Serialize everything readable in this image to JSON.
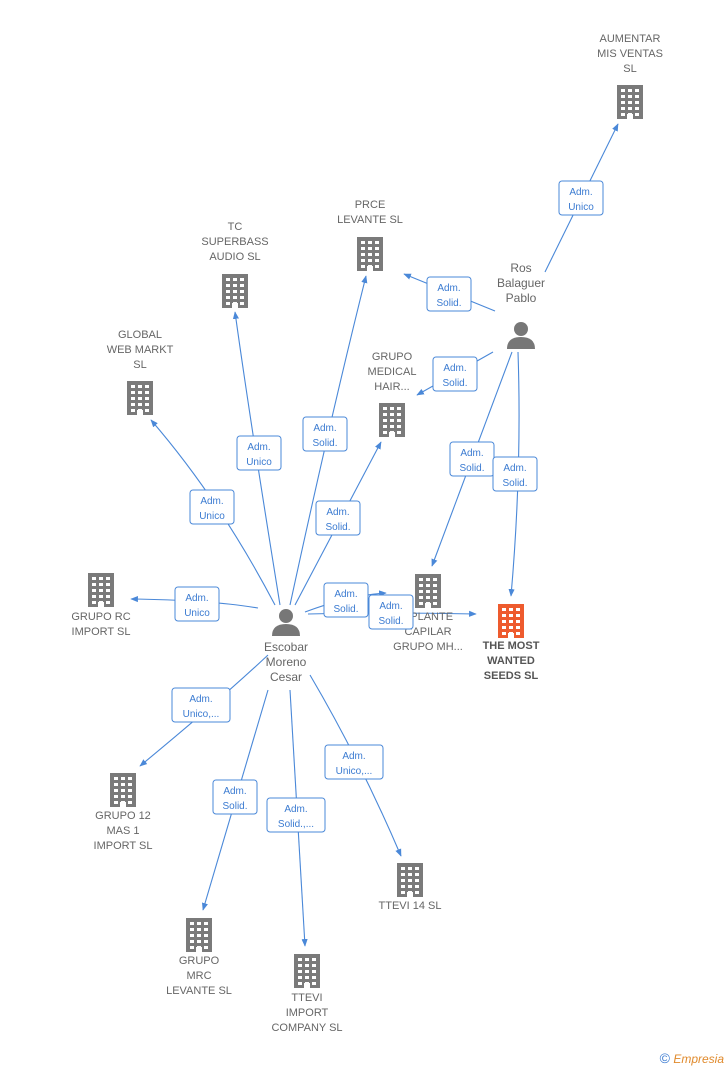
{
  "companies": [
    {
      "id": "aumentar",
      "lines": [
        "AUMENTAR",
        "MIS VENTAS",
        "SL"
      ],
      "highlight": false
    },
    {
      "id": "prce",
      "lines": [
        "PRCE",
        "LEVANTE  SL"
      ],
      "highlight": false
    },
    {
      "id": "tc",
      "lines": [
        "TC",
        "SUPERBASS",
        "AUDIO  SL"
      ],
      "highlight": false
    },
    {
      "id": "global",
      "lines": [
        "GLOBAL",
        "WEB MARKT",
        "SL"
      ],
      "highlight": false
    },
    {
      "id": "medical",
      "lines": [
        "GRUPO",
        "MEDICAL",
        "HAIR..."
      ],
      "highlight": false
    },
    {
      "id": "rc",
      "lines": [
        "GRUPO RC",
        "IMPORT  SL"
      ],
      "highlight": false
    },
    {
      "id": "splante",
      "lines": [
        "SPLANTE",
        "CAPILAR",
        "GRUPO MH..."
      ],
      "highlight": false
    },
    {
      "id": "seeds",
      "lines": [
        "THE MOST",
        "WANTED",
        "SEEDS  SL"
      ],
      "highlight": true
    },
    {
      "id": "g12",
      "lines": [
        "GRUPO 12",
        "MAS 1",
        "IMPORT  SL"
      ],
      "highlight": false
    },
    {
      "id": "ttevi14",
      "lines": [
        "TTEVI 14  SL"
      ],
      "highlight": false
    },
    {
      "id": "mrc",
      "lines": [
        "GRUPO",
        "MRC",
        "LEVANTE  SL"
      ],
      "highlight": false
    },
    {
      "id": "ttevi",
      "lines": [
        "TTEVI",
        "IMPORT",
        "COMPANY  SL"
      ],
      "highlight": false
    }
  ],
  "people": [
    {
      "id": "ros",
      "lines": [
        "Ros",
        "Balaguer",
        "Pablo"
      ]
    },
    {
      "id": "escobar",
      "lines": [
        "Escobar",
        "Moreno",
        "Cesar"
      ]
    }
  ],
  "edges": [
    {
      "label": [
        "Adm.",
        "Unico"
      ]
    },
    {
      "label": [
        "Adm.",
        "Solid."
      ]
    },
    {
      "label": [
        "Adm.",
        "Solid."
      ]
    },
    {
      "label": [
        "Adm.",
        "Solid."
      ]
    },
    {
      "label": [
        "Adm.",
        "Solid."
      ]
    },
    {
      "label": [
        "Adm.",
        "Unico"
      ]
    },
    {
      "label": [
        "Adm.",
        "Solid."
      ]
    },
    {
      "label": [
        "Adm.",
        "Unico"
      ]
    },
    {
      "label": [
        "Adm.",
        "Unico"
      ]
    },
    {
      "label": [
        "Adm.",
        "Solid."
      ]
    },
    {
      "label": [
        "Adm.",
        "Unico"
      ]
    },
    {
      "label": [
        "Adm.",
        "Solid."
      ]
    },
    {
      "label": [
        "Adm.",
        "Solid."
      ]
    },
    {
      "label": [
        "Adm.",
        "Unico,..."
      ]
    },
    {
      "label": [
        "Adm.",
        "Unico,..."
      ]
    },
    {
      "label": [
        "Adm.",
        "Solid."
      ]
    },
    {
      "label": [
        "Adm.",
        "Solid.,..."
      ]
    }
  ],
  "colors": {
    "edge": "#4a88d8",
    "building": "#7a7a7a",
    "highlight": "#ee5b2e",
    "person": "#777777"
  },
  "footer": {
    "copyright": "©",
    "brand": "Empresia"
  }
}
